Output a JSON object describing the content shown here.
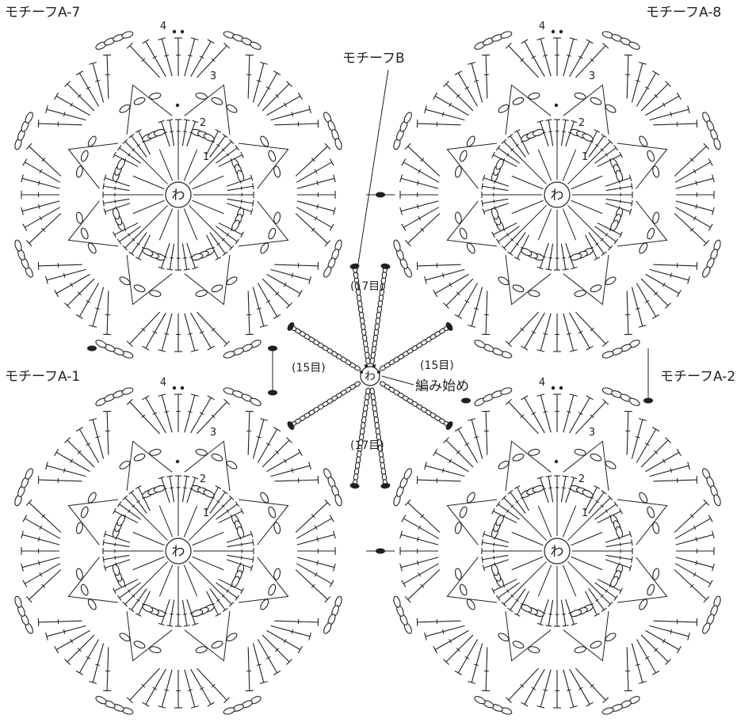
{
  "labels": {
    "motif_a7": "モチーフA-7",
    "motif_a8": "モチーフA-8",
    "motif_a1": "モチーフA-1",
    "motif_a2": "モチーフA-2",
    "motif_b": "モチーフB",
    "start": "編み始め"
  },
  "motif_b_counts": {
    "top": "(17目)",
    "bottom": "(17目)",
    "left": "(15目)",
    "right": "(15目)"
  },
  "motif": {
    "center": "わ",
    "rounds": [
      "1",
      "2",
      "3",
      "4"
    ]
  },
  "colors": {
    "ink": "#231f20",
    "background": "#ffffff"
  }
}
